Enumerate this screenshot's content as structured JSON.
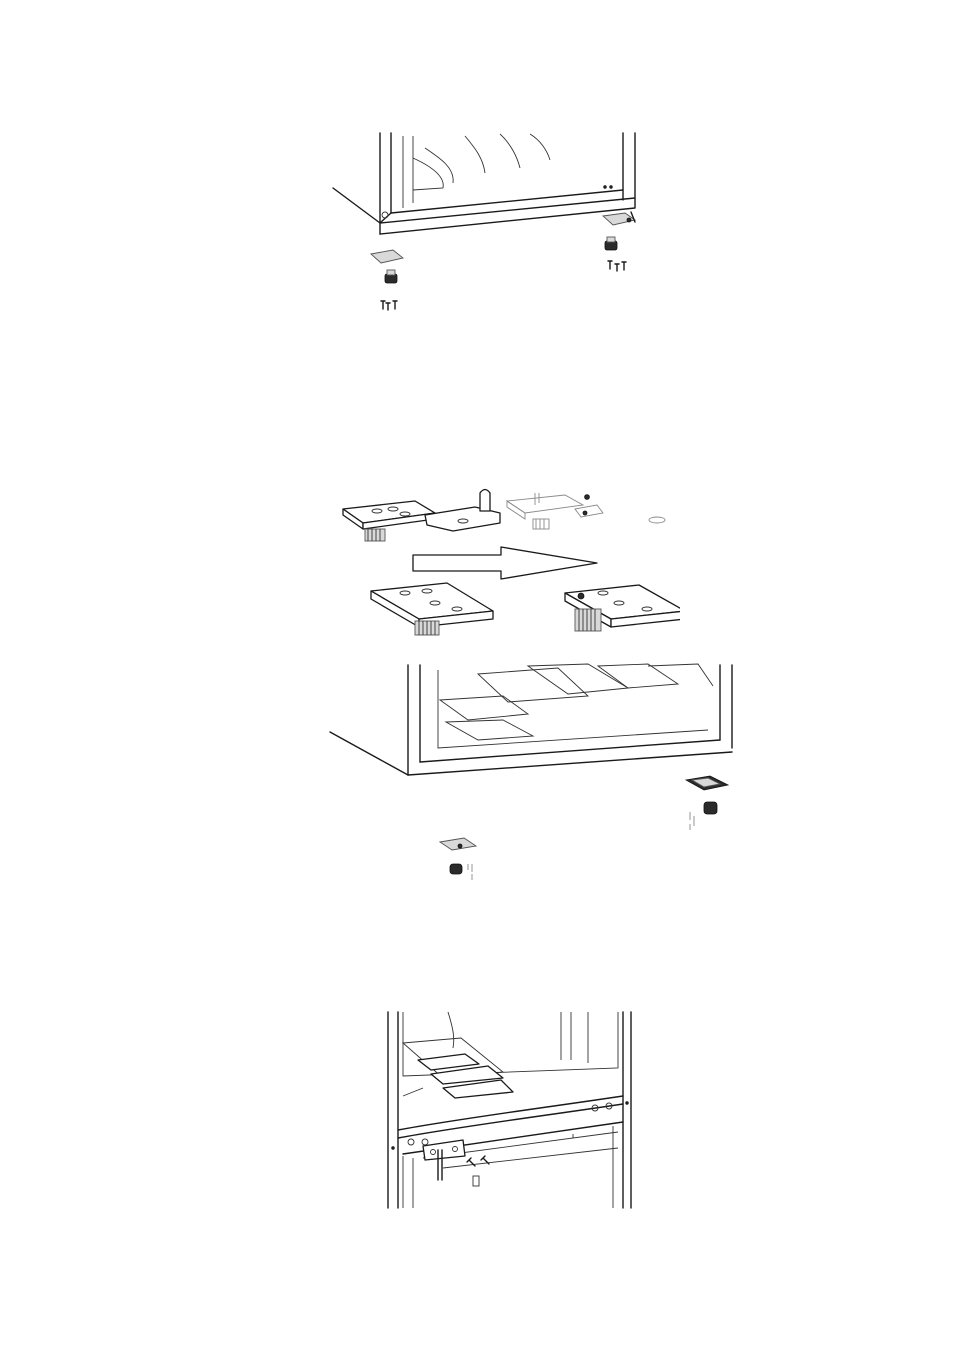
{
  "page": {
    "background": "#ffffff",
    "line_color": "#1a1a1a"
  },
  "figures": [
    {
      "id": "step-remove-feet",
      "icons": [
        "cabinet-bottom",
        "hinge-plate",
        "adjustable-foot",
        "screw"
      ]
    },
    {
      "id": "step-swap-hinge-plate",
      "icons": [
        "hinge-plate",
        "arrow-right",
        "adjustable-foot"
      ]
    },
    {
      "id": "step-reinstall-feet",
      "icons": [
        "cabinet-bottom",
        "hinge-plate",
        "adjustable-foot",
        "screw"
      ]
    },
    {
      "id": "step-middle-hinge",
      "icons": [
        "cabinet-interior",
        "middle-hinge",
        "screw"
      ]
    }
  ]
}
